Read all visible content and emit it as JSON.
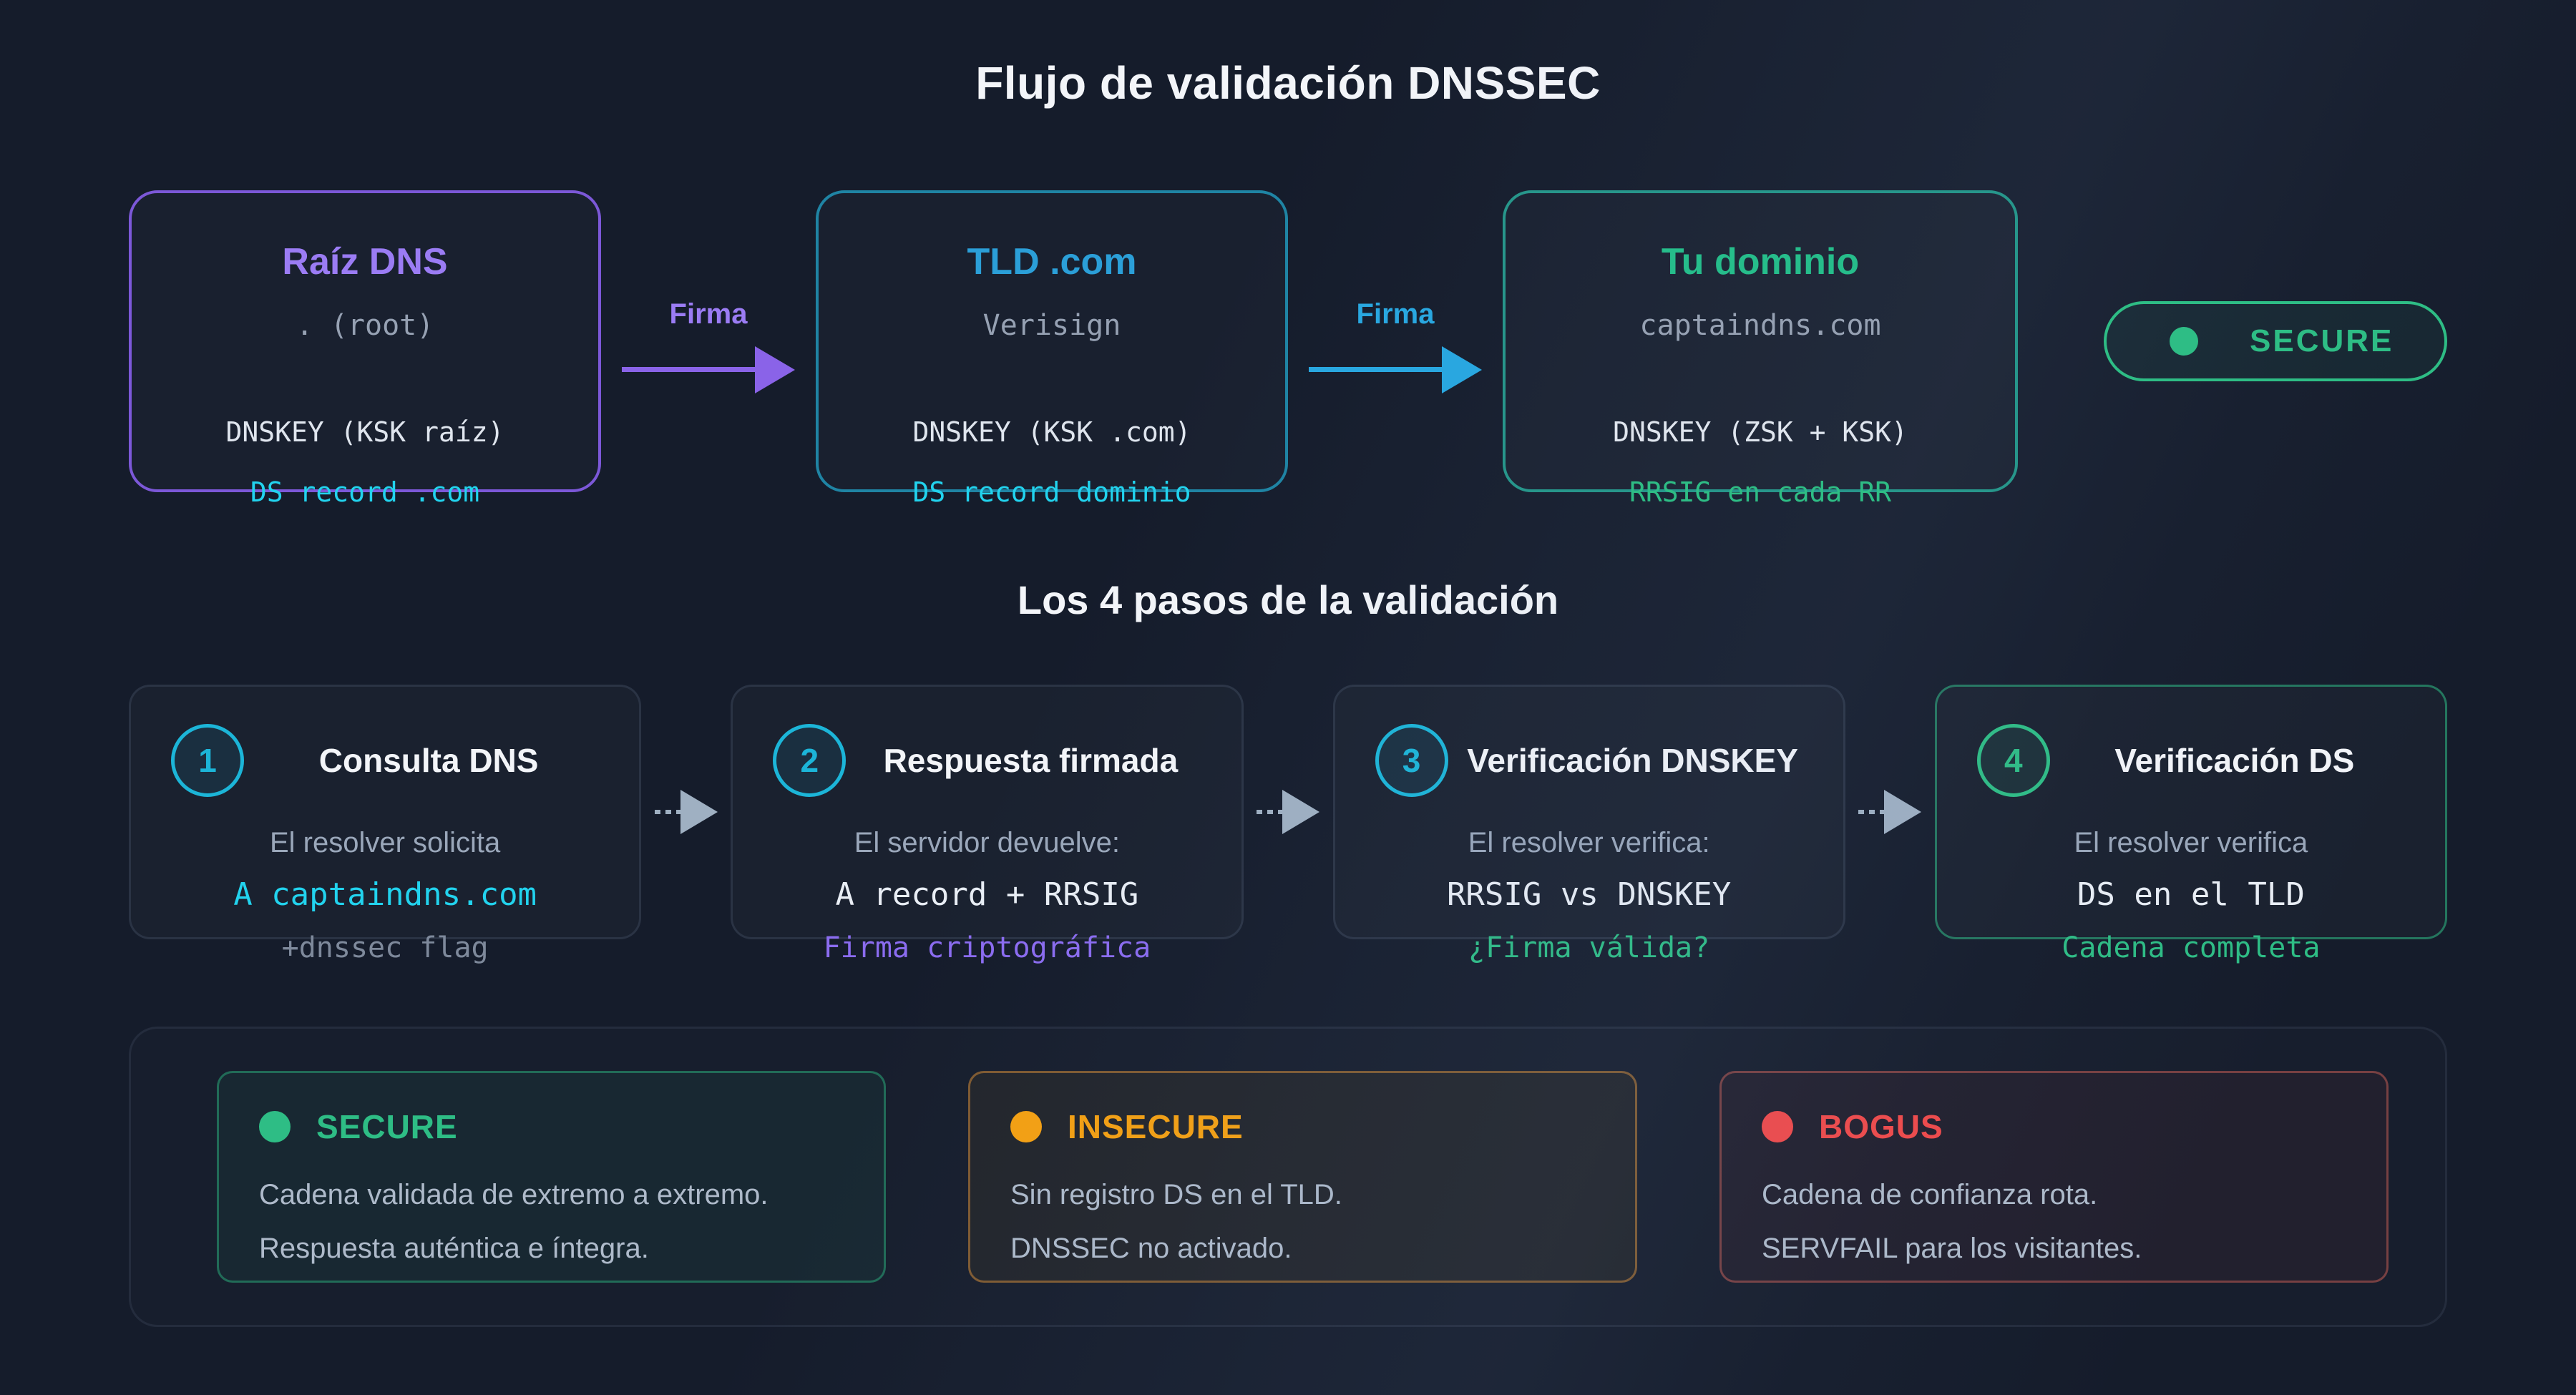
{
  "page": {
    "title": "Flujo de validación DNSSEC",
    "steps_title": "Los 4 pasos de la validación"
  },
  "chain": {
    "nodes": [
      {
        "title": "Raíz DNS",
        "subtitle": ". (root)",
        "line1": "DNSKEY (KSK raíz)",
        "line2": "DS record .com",
        "accent": "#9b7cf4",
        "border_color": "#7c58d8",
        "line2_color": "#22d3ee"
      },
      {
        "title": "TLD .com",
        "subtitle": "Verisign",
        "line1": "DNSKEY (KSK .com)",
        "line2": "DS record dominio",
        "accent": "#2b9fd8",
        "border_color": "#1f84a4",
        "line2_color": "#22d3ee"
      },
      {
        "title": "Tu dominio",
        "subtitle": "captaindns.com",
        "line1": "DNSKEY (ZSK + KSK)",
        "line2": "RRSIG en cada RR",
        "accent": "#26bd8b",
        "border_color": "#27968b",
        "line2_color": "#2ebd85"
      }
    ],
    "arrows": [
      {
        "label": "Firma",
        "color": "#8a63e8"
      },
      {
        "label": "Firma",
        "color": "#29a7e0"
      }
    ],
    "badge": {
      "label": "SECURE",
      "color": "#2ebd85"
    }
  },
  "steps": [
    {
      "num": "1",
      "title": "Consulta DNS",
      "line1": "El resolver solicita",
      "line2": "A captaindns.com",
      "line3": "+dnssec flag",
      "circle_color": "#1cb5d8",
      "line2_color": "#22d3ee",
      "line3_color": "#7e899b"
    },
    {
      "num": "2",
      "title": "Respuesta firmada",
      "line1": "El servidor devuelve:",
      "line2": "A record + RRSIG",
      "line3": "Firma criptográfica",
      "circle_color": "#1cb5d8",
      "line2_color": "#e9eef5",
      "line3_color": "#8b6cf0"
    },
    {
      "num": "3",
      "title": "Verificación DNSKEY",
      "line1": "El resolver verifica:",
      "line2": "RRSIG vs DNSKEY",
      "line3": "¿Firma válida?",
      "circle_color": "#1cb5d8",
      "line2_color": "#e9eef5",
      "line3_color": "#2ebd85"
    },
    {
      "num": "4",
      "title": "Verificación DS",
      "line1": "El resolver verifica",
      "line2": "DS en el TLD",
      "line3": "Cadena completa",
      "circle_color": "#2ebd85",
      "line2_color": "#e9eef5",
      "line3_color": "#2ebd85"
    }
  ],
  "statuses": [
    {
      "label": "SECURE",
      "color": "#2ebd85",
      "line1": "Cadena validada de extremo a extremo.",
      "line2": "Respuesta auténtica e íntegra."
    },
    {
      "label": "INSECURE",
      "color": "#f5a011",
      "line1": "Sin registro DS en el TLD.",
      "line2": "DNSSEC no activado."
    },
    {
      "label": "BOGUS",
      "color": "#f04a4a",
      "line1": "Cadena de confianza rota.",
      "line2": "SERVFAIL para los visitantes."
    }
  ]
}
